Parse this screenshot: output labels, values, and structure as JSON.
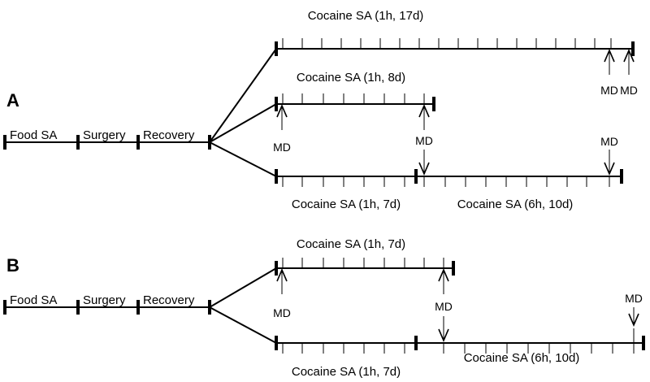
{
  "panels": [
    {
      "label": "A",
      "pre_stages": [
        "Food SA",
        "Surgery",
        "Recovery"
      ],
      "arms": [
        {
          "segments": [
            {
              "label": "Cocaine SA (1h, 17d)",
              "days": 17
            }
          ],
          "md": [
            "MD",
            "MD"
          ]
        },
        {
          "segments": [
            {
              "label": "Cocaine SA (1h, 8d)",
              "days": 8
            }
          ],
          "md": [
            "MD",
            "MD"
          ]
        },
        {
          "segments": [
            {
              "label": "Cocaine SA (1h, 7d)",
              "days": 7
            },
            {
              "label": "Cocaine SA (6h, 10d)",
              "days": 10
            }
          ],
          "md": [
            "MD",
            "MD"
          ]
        }
      ]
    },
    {
      "label": "B",
      "pre_stages": [
        "Food SA",
        "Surgery",
        "Recovery"
      ],
      "arms": [
        {
          "segments": [
            {
              "label": "Cocaine SA (1h, 7d)",
              "days": 7
            }
          ],
          "md": [
            "MD",
            "MD"
          ]
        },
        {
          "segments": [
            {
              "label": "Cocaine SA (1h, 7d)",
              "days": 7
            },
            {
              "label": "Cocaine SA (6h, 10d)",
              "days": 10
            }
          ],
          "md": [
            "MD",
            "MD"
          ]
        }
      ]
    }
  ]
}
